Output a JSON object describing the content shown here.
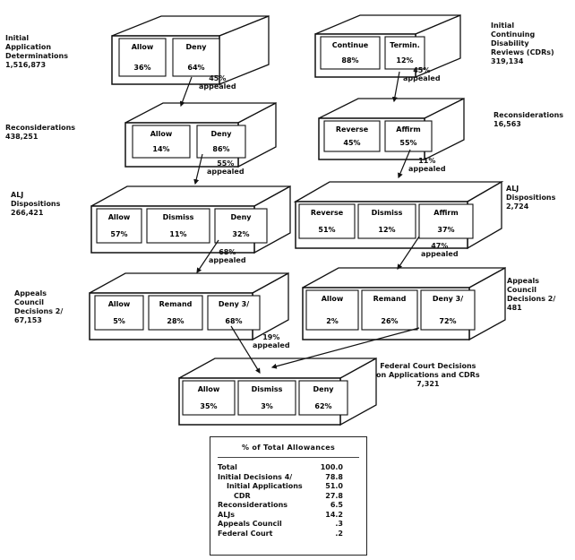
{
  "left_track": {
    "initial": {
      "label": [
        "Initial",
        "Application",
        "Determinations"
      ],
      "count": "1,516,873",
      "cells": [
        {
          "name": "Allow",
          "pct": "36%"
        },
        {
          "name": "Deny",
          "pct": "64%"
        }
      ]
    },
    "flow1": {
      "pct": "45%",
      "word": "appealed"
    },
    "recon": {
      "label": [
        "Reconsiderations"
      ],
      "count": "438,251",
      "cells": [
        {
          "name": "Allow",
          "pct": "14%"
        },
        {
          "name": "Deny",
          "pct": "86%"
        }
      ]
    },
    "flow2": {
      "pct": "55%",
      "word": "appealed"
    },
    "alj": {
      "label": [
        "ALJ",
        "Dispositions"
      ],
      "count": "266,421",
      "cells": [
        {
          "name": "Allow",
          "pct": "57%"
        },
        {
          "name": "Dismiss",
          "pct": "11%"
        },
        {
          "name": "Deny",
          "pct": "32%"
        }
      ]
    },
    "flow3": {
      "pct": "68%",
      "word": "appealed"
    },
    "council": {
      "label": [
        "Appeals",
        "Council",
        "Decisions 2/"
      ],
      "count": "67,153",
      "cells": [
        {
          "name": "Allow",
          "pct": "5%"
        },
        {
          "name": "Remand",
          "pct": "28%"
        },
        {
          "name": "Deny 3/",
          "pct": "68%"
        }
      ]
    }
  },
  "right_track": {
    "initial": {
      "label": [
        "Initial",
        "Continuing",
        "Disability",
        "Reviews (CDRs)"
      ],
      "count": "319,134",
      "cells": [
        {
          "name": "Continue",
          "pct": "88%"
        },
        {
          "name": "Termin.",
          "pct": "12%"
        }
      ]
    },
    "flow1": {
      "pct": "45%",
      "word": "appealed"
    },
    "recon": {
      "label": [
        "Reconsiderations"
      ],
      "count": "16,563",
      "cells": [
        {
          "name": "Reverse",
          "pct": "45%"
        },
        {
          "name": "Affirm",
          "pct": "55%"
        }
      ]
    },
    "flow2": {
      "pct": "11%",
      "word": "appealed"
    },
    "alj": {
      "label": [
        "ALJ",
        "Dispositions"
      ],
      "count": "2,724",
      "cells": [
        {
          "name": "Reverse",
          "pct": "51%"
        },
        {
          "name": "Dismiss",
          "pct": "12%"
        },
        {
          "name": "Affirm",
          "pct": "37%"
        }
      ]
    },
    "flow3": {
      "pct": "47%",
      "word": "appealed"
    },
    "council": {
      "label": [
        "Appeals",
        "Council",
        "Decisions 2/"
      ],
      "count": "481",
      "cells": [
        {
          "name": "Allow",
          "pct": "2%"
        },
        {
          "name": "Remand",
          "pct": "26%"
        },
        {
          "name": "Deny 3/",
          "pct": "72%"
        }
      ]
    }
  },
  "court_flow": {
    "pct": "19%",
    "word": "appealed"
  },
  "federal": {
    "label": [
      "Federal Court Decisions",
      "on Applications and CDRs"
    ],
    "count": "7,321",
    "cells": [
      {
        "name": "Allow",
        "pct": "35%"
      },
      {
        "name": "Dismiss",
        "pct": "3%"
      },
      {
        "name": "Deny",
        "pct": "62%"
      }
    ]
  },
  "summary": {
    "title": "% of Total Allowances",
    "rows": [
      {
        "label": "Total",
        "value": "100.0"
      },
      {
        "label": "Initial Decisions 4/",
        "value": "78.8"
      },
      {
        "label": "Initial Applications",
        "value": "51.0"
      },
      {
        "label": "CDR",
        "value": "27.8"
      },
      {
        "label": "Reconsiderations",
        "value": "6.5"
      },
      {
        "label": "ALJs",
        "value": "14.2"
      },
      {
        "label": "Appeals Council",
        "value": ".3"
      },
      {
        "label": "Federal Court",
        "value": ".2"
      }
    ]
  }
}
